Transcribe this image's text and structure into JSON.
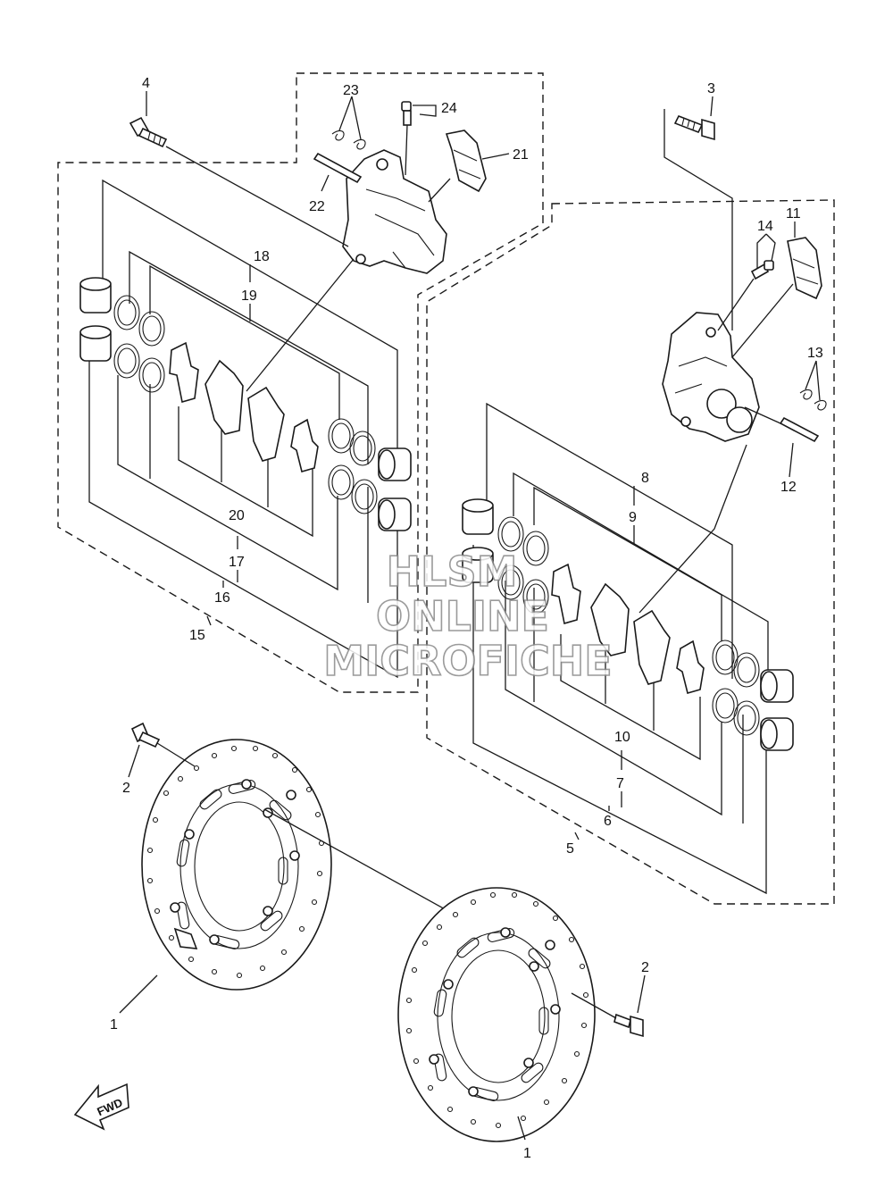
{
  "callouts": {
    "n1a": "1",
    "n1b": "1",
    "n2a": "2",
    "n2b": "2",
    "n3": "3",
    "n4": "4",
    "n5": "5",
    "n6": "6",
    "n7": "7",
    "n8": "8",
    "n9": "9",
    "n10": "10",
    "n11": "11",
    "n12": "12",
    "n13": "13",
    "n14": "14",
    "n15": "15",
    "n16": "16",
    "n17": "17",
    "n18": "18",
    "n19": "19",
    "n20": "20",
    "n21": "21",
    "n22": "22",
    "n23": "23",
    "n24": "24"
  },
  "watermark": {
    "line1": "HLSM",
    "line2": "ONLINE",
    "line3": "MICROFICHE"
  },
  "direction_badge": "FWD",
  "colors": {
    "ink": "#1a1a1a",
    "watermark_outline": "#8a8a8a",
    "background": "#ffffff"
  }
}
